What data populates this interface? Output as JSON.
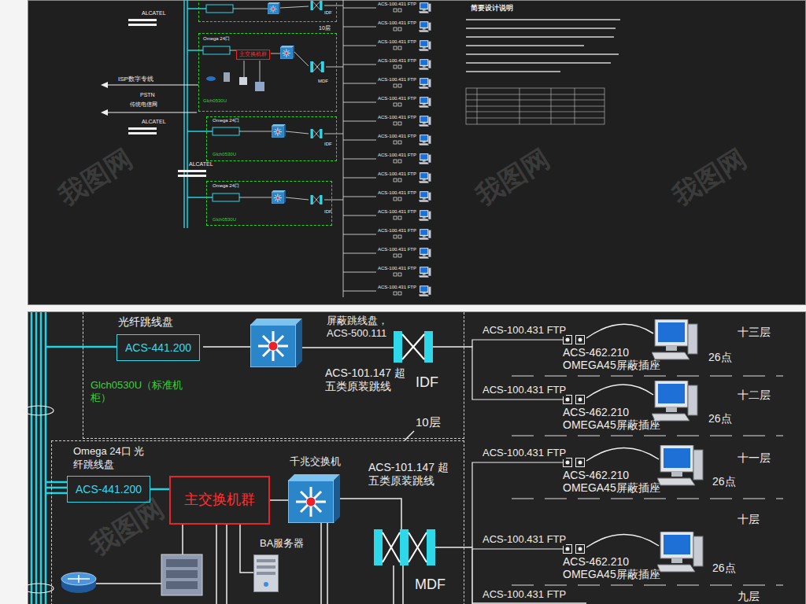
{
  "diagram": {
    "nodes": [
      {
        "text": [
          "IDF"
        ]
      },
      {
        "text": [
          "10层",
          "Omega 24口",
          "MDF",
          "Glch0530U"
        ]
      },
      {
        "text": [
          "主交换机群"
        ],
        "in": 1
      },
      {
        "text": [
          "Omega 24口",
          "IDF",
          "Glch0530U"
        ]
      },
      {
        "text": [
          "Omega 24口",
          "IDF",
          "Glch0530U"
        ]
      },
      {
        "text": [
          "Glch0530U（标准机柜）"
        ]
      },
      {
        "text": [
          "光纤跳线盘",
          "ACS-441.200"
        ],
        "in": 5
      },
      {
        "text": [
          "屏蔽跳线盘， ACS-500.111",
          "IDF"
        ],
        "in": 5
      },
      {
        "text": [
          "ACS-462.210",
          "OMEGA45屏蔽插座"
        ]
      },
      {
        "text": [
          "ACS-462.210",
          "OMEGA45屏蔽插座"
        ]
      },
      {
        "text": [
          "10层"
        ]
      },
      {
        "text": [
          "Omega 24口 光纤跳线盘",
          "ACS-441.200"
        ],
        "in": 10
      },
      {
        "text": [
          "主交换机群"
        ],
        "in": 10
      },
      {
        "text": [
          "千兆交换机"
        ],
        "in": 10
      },
      {
        "text": [
          "MDF"
        ],
        "in": 10
      },
      {
        "text": [
          "BA服务器"
        ],
        "in": 10
      },
      {
        "text": [
          "ACS-462.210",
          "OMEGA45屏蔽插座"
        ]
      },
      {
        "text": [
          "ACS-462.210",
          "OMEGA45屏蔽插座"
        ]
      }
    ],
    "edges": [
      {
        "from": 11,
        "to": 12,
        "arrow": "none"
      },
      {
        "from": 12,
        "to": 13,
        "arrow": "none"
      },
      {
        "from": 13,
        "to": 14,
        "label": "ACS-101.147 超五类原装跳线",
        "arrow": "none"
      },
      {
        "from": 12,
        "to": 15,
        "arrow": "none"
      },
      {
        "from": 7,
        "to": 8,
        "label": "ACS-100.431 FTP",
        "arrow": "none"
      },
      {
        "from": 7,
        "to": 9,
        "label": "ACS-100.431 FTP",
        "arrow": "none"
      },
      {
        "from": 14,
        "to": 16,
        "label": "ACS-100.431 FTP",
        "arrow": "none"
      },
      {
        "from": 14,
        "to": 17,
        "label": "ACS-100.431 FTP",
        "arrow": "none"
      }
    ],
    "labels": [
      "ALCATEL",
      "ALCATEL",
      "ALCATEL",
      "ISP数字专线",
      "PSTN",
      "传统电信网",
      "简要设计说明",
      "ACS-100.431 FTP",
      "ACS-100.431 FTP",
      "ACS-100.431 FTP",
      "ACS-100.431 FTP",
      "ACS-100.431 FTP",
      "ACS-100.431 FTP",
      "ACS-100.431 FTP",
      "ACS-100.431 FTP",
      "ACS-100.431 FTP",
      "ACS-100.431 FTP",
      "ACS-100.431 FTP",
      "ACS-100.431 FTP",
      "ACS-100.431 FTP",
      "ACS-100.431 FTP",
      "ACS-100.431 FTP",
      "ACS-100.431 FTP",
      "ACS-101.147 超五类原装跳线",
      "26点",
      "26点",
      "26点",
      "26点",
      "十三层",
      "十二层",
      "十一层",
      "十层",
      "九层",
      "ACS-100.431 FTP",
      "我图网",
      "我图网",
      "我图网",
      "我图网"
    ]
  }
}
